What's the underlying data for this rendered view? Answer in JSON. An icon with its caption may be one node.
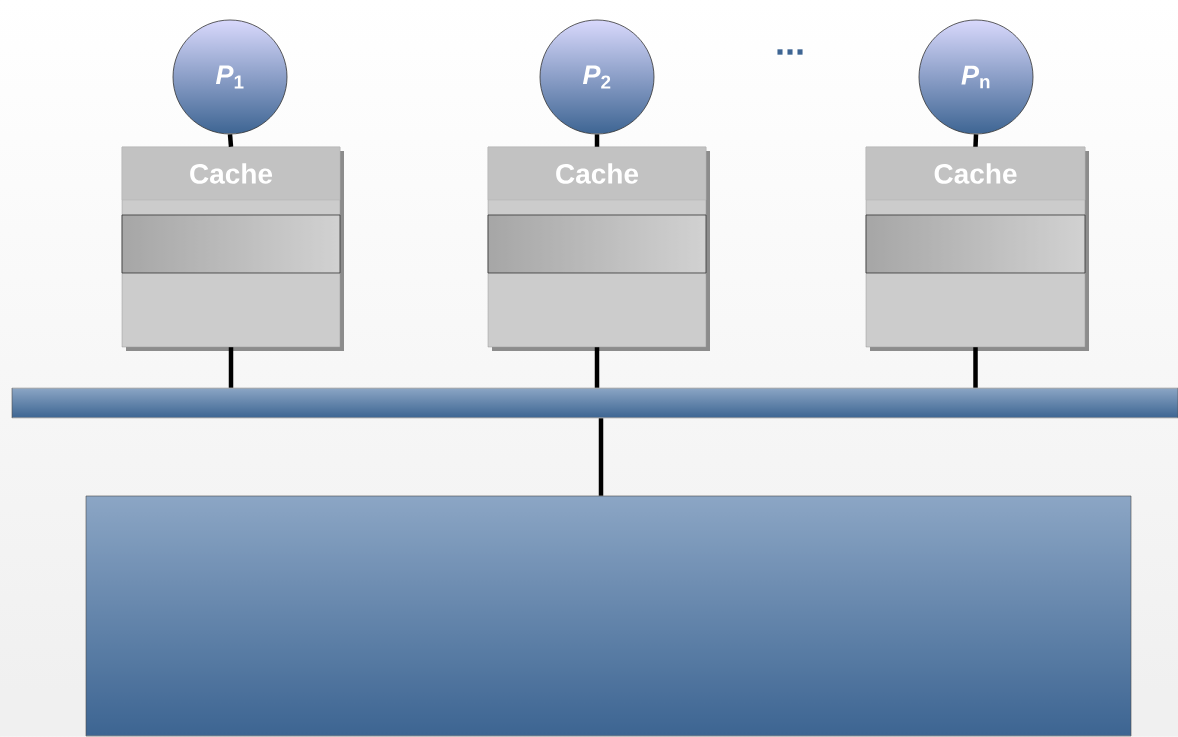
{
  "diagram": {
    "nodes": [
      {
        "text": [
          "*P*$_{1}$"
        ]
      },
      {
        "text": [
          "*P*$_{2}$"
        ]
      },
      {
        "text": [
          "*P*$_{n}$"
        ]
      },
      {
        "text": [],
        "shape": "box"
      },
      {
        "text": [
          "Cache"
        ],
        "in": 3
      },
      {
        "text": [],
        "shape": "box",
        "in": 3
      },
      {
        "text": [],
        "shape": "box"
      },
      {
        "text": [
          "Cache"
        ],
        "in": 6
      },
      {
        "text": [],
        "shape": "box",
        "in": 6
      },
      {
        "text": [],
        "shape": "box"
      },
      {
        "text": [
          "Cache"
        ],
        "in": 9
      },
      {
        "text": [],
        "shape": "box",
        "in": 9
      },
      {
        "text": [],
        "shape": "bar"
      },
      {
        "text": [],
        "shape": "box"
      }
    ],
    "edges": [
      {
        "from": 0,
        "to": 4,
        "arrow": "none"
      },
      {
        "from": 1,
        "to": 7,
        "arrow": "none"
      },
      {
        "from": 2,
        "to": 10,
        "arrow": "none"
      },
      {
        "from": 3,
        "to": 12,
        "arrow": "none"
      },
      {
        "from": 6,
        "to": 12,
        "arrow": "none"
      },
      {
        "from": 9,
        "to": 12,
        "arrow": "none"
      },
      {
        "from": 12,
        "to": 13,
        "arrow": "none"
      }
    ],
    "labels": [
      "..."
    ]
  }
}
